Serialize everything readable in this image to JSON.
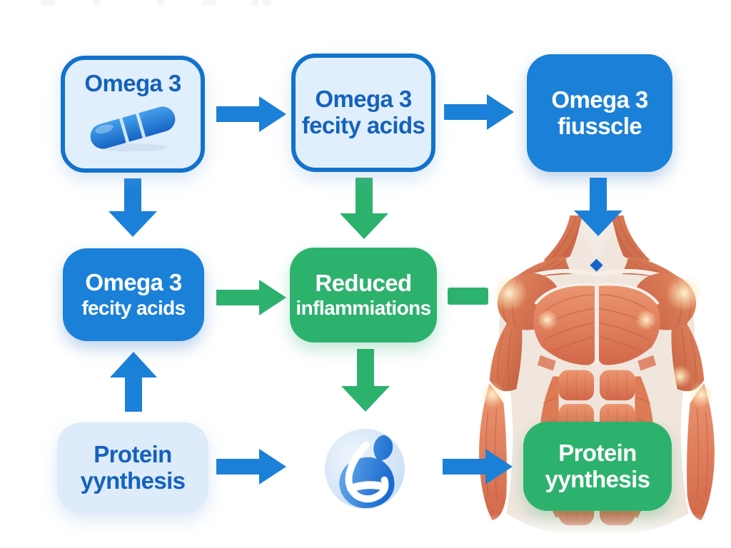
{
  "diagram": {
    "subject": "Omega 3 and protein synthesis flowchart",
    "colors": {
      "blue": "#1b80d8",
      "blue_border": "#1372cc",
      "blue_text": "#1462bd",
      "light_blue_fill": "#e1effc",
      "green": "#2db26e",
      "white_text": "#ffffff",
      "muscle_salmon": "#e08a64"
    },
    "nodes": {
      "omega3_pill": {
        "line1": "Omega 3",
        "icon": "capsule-icon"
      },
      "omega3_fatty_top": {
        "line1": "Omega 3",
        "line2": "fecity acids"
      },
      "omega3_muscle": {
        "line1": "Omega 3",
        "line2": "fiusscle"
      },
      "omega3_fatty_mid": {
        "line1": "Omega 3",
        "line2": "fecity acids"
      },
      "reduced_inflammation": {
        "line1": "Reduced",
        "line2": "inflammiations"
      },
      "protein_synthesis_left": {
        "line1": "Protein",
        "line2": "yynthesis"
      },
      "protein_synthesis_right": {
        "line1": "Protein",
        "line2": "yynthesis"
      }
    },
    "icons": {
      "capsule": "capsule-icon",
      "droplet_swirl": "droplet-swirl-icon",
      "torso": "muscle-torso-illustration"
    },
    "edges": [
      {
        "from": "omega3_pill",
        "to": "omega3_fatty_top",
        "color": "blue",
        "direction": "right"
      },
      {
        "from": "omega3_fatty_top",
        "to": "omega3_muscle",
        "color": "blue",
        "direction": "right"
      },
      {
        "from": "omega3_pill",
        "to": "omega3_fatty_mid",
        "color": "blue",
        "direction": "down"
      },
      {
        "from": "omega3_fatty_top",
        "to": "reduced_inflammation",
        "color": "green",
        "direction": "down"
      },
      {
        "from": "omega3_muscle",
        "to": "muscle_torso",
        "color": "blue",
        "direction": "down"
      },
      {
        "from": "omega3_fatty_mid",
        "to": "reduced_inflammation",
        "color": "green",
        "direction": "right"
      },
      {
        "from": "reduced_inflammation",
        "to": "muscle_torso",
        "color": "green",
        "direction": "right-dashed"
      },
      {
        "from": "reduced_inflammation",
        "to": "droplet_swirl",
        "color": "green",
        "direction": "down"
      },
      {
        "from": "protein_synthesis_left",
        "to": "omega3_fatty_mid",
        "color": "blue",
        "direction": "up"
      },
      {
        "from": "protein_synthesis_left",
        "to": "droplet_swirl",
        "color": "blue",
        "direction": "right"
      },
      {
        "from": "droplet_swirl",
        "to": "protein_synthesis_right",
        "color": "blue",
        "direction": "right"
      }
    ]
  }
}
